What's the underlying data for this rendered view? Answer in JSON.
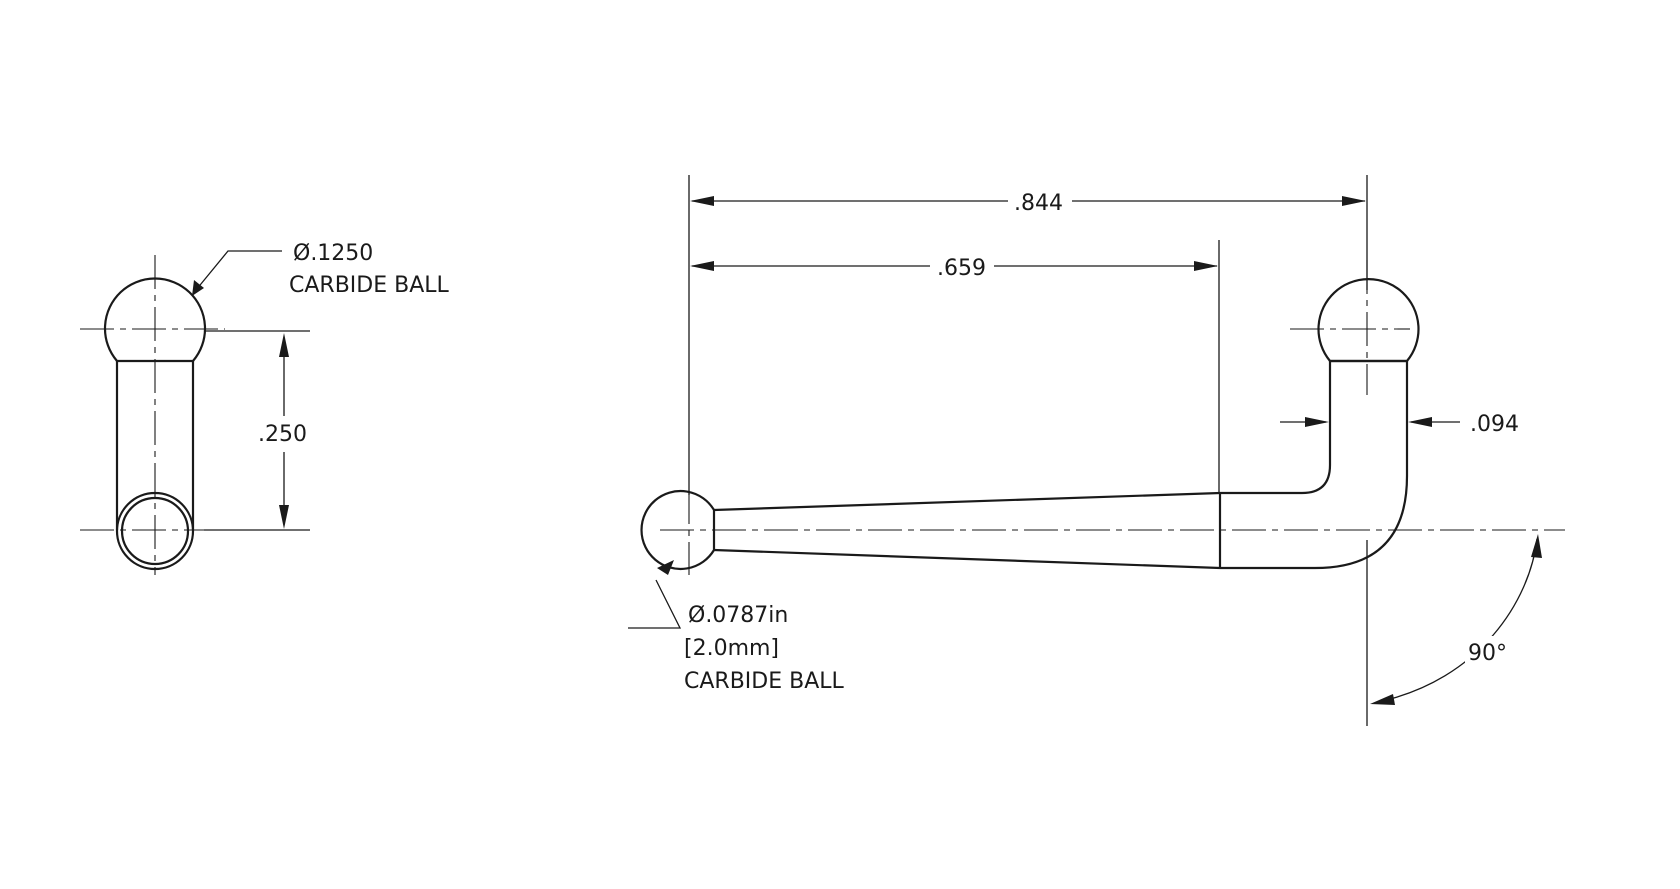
{
  "dimensions": {
    "top_ball_diameter": "Ø.1250",
    "top_ball_material": "CARBIDE BALL",
    "height": ".250",
    "overall_length": ".844",
    "segment_length": ".659",
    "stem_diameter": ".094",
    "tip_ball_diameter": "Ø.0787in",
    "tip_ball_metric": "[2.0mm]",
    "tip_ball_material": "CARBIDE BALL",
    "bend_angle": "90°"
  }
}
